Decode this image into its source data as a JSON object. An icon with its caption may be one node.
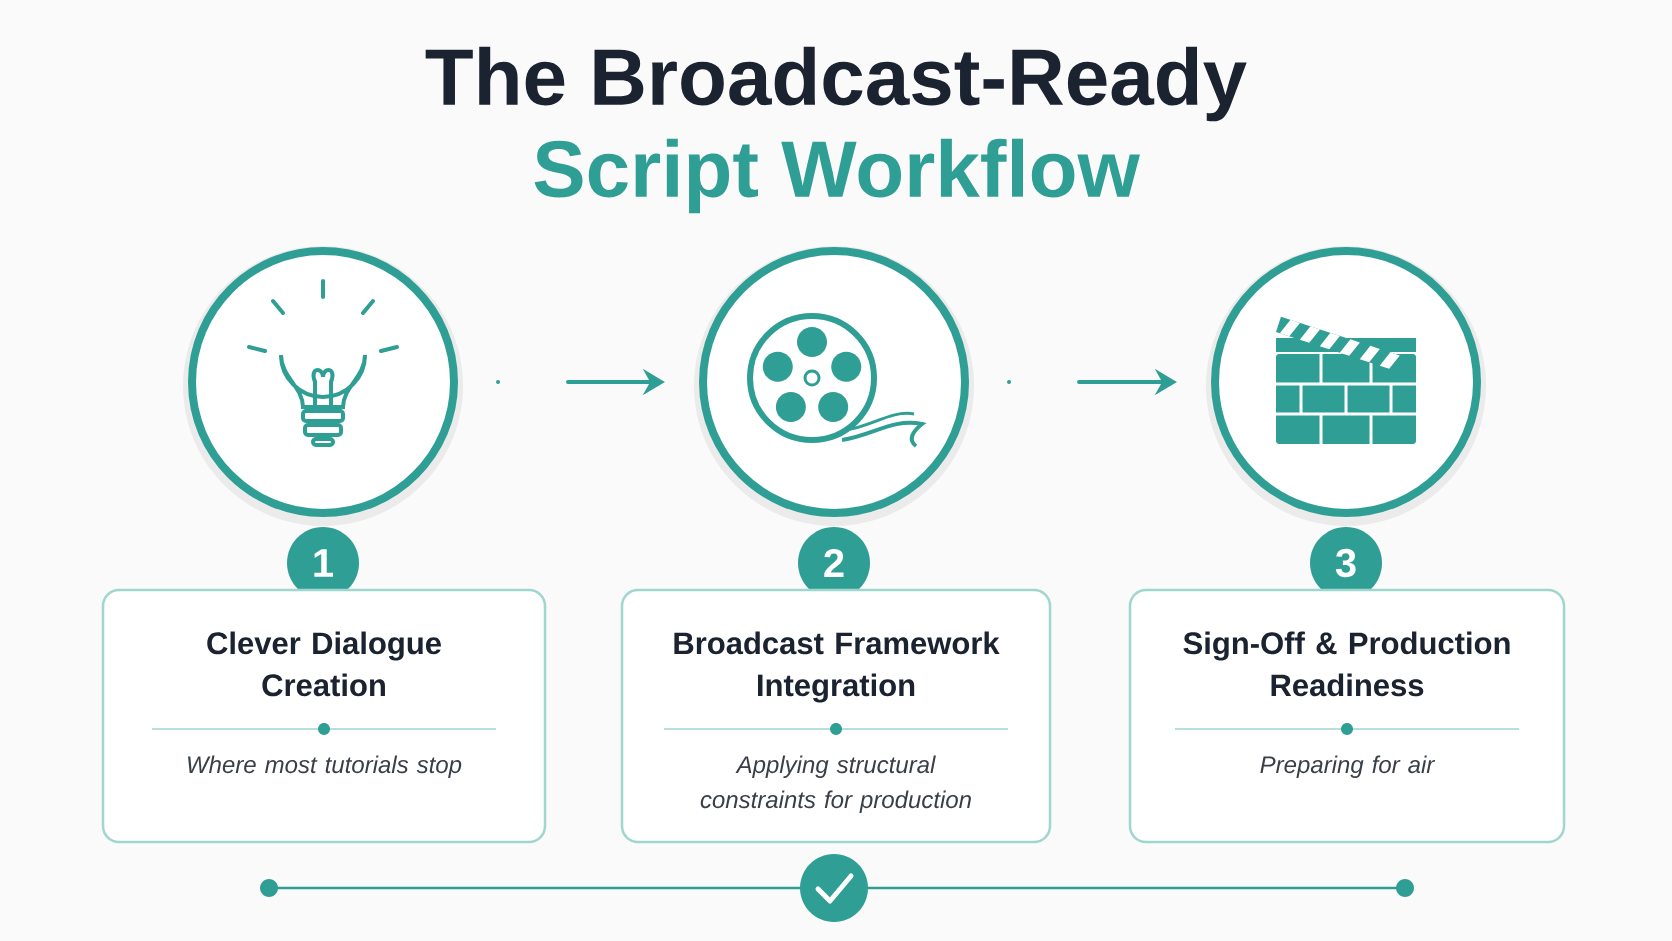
{
  "diagram": {
    "title": "The Broadcast-Ready",
    "nodes": [
      {
        "text": [],
        "shape": "circle"
      },
      {
        "text": [],
        "shape": "circle"
      },
      {
        "text": [],
        "shape": "circle"
      },
      {
        "text": [
          "1"
        ]
      },
      {
        "text": [
          "Clever Dialogue Creation",
          "Where most tutorials stop"
        ]
      },
      {
        "text": [
          "2"
        ]
      },
      {
        "text": [
          "Broadcast Framework Integration",
          "Applying structural constraints for production"
        ]
      },
      {
        "text": [
          "3"
        ]
      },
      {
        "text": [
          "Sign-Off & Production Readiness",
          "Preparing for air"
        ]
      }
    ],
    "edges": [
      {
        "from": 0,
        "to": 1,
        "arrow": "to",
        "style": "dashed"
      },
      {
        "from": 1,
        "to": 2,
        "arrow": "to",
        "style": "dashed"
      }
    ],
    "labels": [
      "Script Workflow"
    ]
  }
}
